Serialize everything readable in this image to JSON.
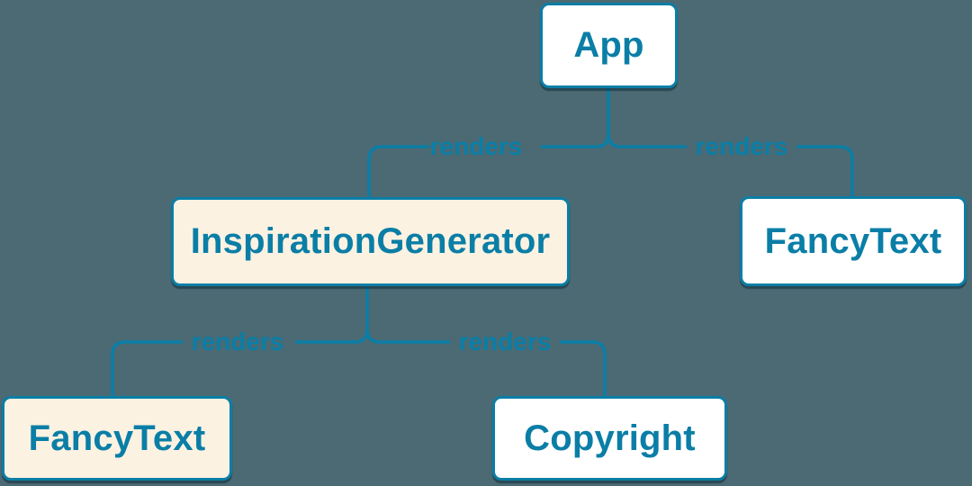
{
  "page": {
    "background_color": "#4b6a74",
    "accent_color": "#0a7ea6",
    "node_fill_white": "#ffffff",
    "node_fill_cream": "#fbf2e2"
  },
  "nodes": [
    {
      "id": "app",
      "label": "App",
      "variant": "white"
    },
    {
      "id": "inspiration-generator",
      "label": "InspirationGenerator",
      "variant": "cream"
    },
    {
      "id": "fancy-text-top",
      "label": "FancyText",
      "variant": "white"
    },
    {
      "id": "fancy-text-bottom",
      "label": "FancyText",
      "variant": "cream"
    },
    {
      "id": "copyright",
      "label": "Copyright",
      "variant": "white"
    }
  ],
  "edges": [
    {
      "from": "App",
      "to": "InspirationGenerator",
      "label": "renders"
    },
    {
      "from": "App",
      "to": "FancyText",
      "label": "renders"
    },
    {
      "from": "InspirationGenerator",
      "to": "FancyText",
      "label": "renders"
    },
    {
      "from": "InspirationGenerator",
      "to": "Copyright",
      "label": "renders"
    }
  ]
}
